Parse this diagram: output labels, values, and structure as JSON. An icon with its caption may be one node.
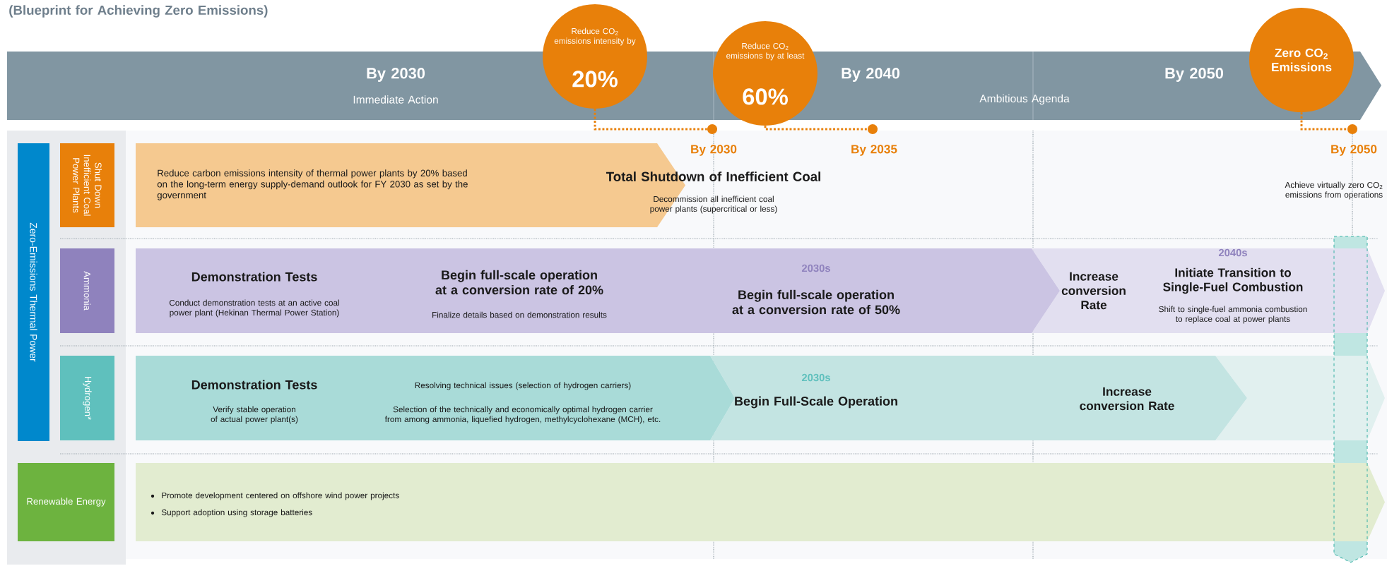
{
  "diagram": {
    "title": "(Blueprint for Achieving Zero Emissions)",
    "nodes": [
      {
        "text": [
          "By 2030",
          "Immediate Action",
          "By 2040",
          "Ambitious Agenda",
          "By 2050"
        ]
      },
      {
        "text": [
          "Reduce CO$_{2}$ emissions intensity by",
          "20%"
        ]
      },
      {
        "text": [
          "Reduce CO$_{2}$ emissions by at least",
          "60%"
        ]
      },
      {
        "text": [
          "Zero CO$_{2}$ Emissions"
        ]
      },
      {
        "text": [],
        "shape": "circle",
        "beside": [
          "By 2030"
        ]
      },
      {
        "text": [],
        "shape": "circle",
        "beside": [
          "By 2035"
        ]
      },
      {
        "text": [],
        "shape": "circle",
        "beside": [
          "By 2050"
        ]
      },
      {
        "text": [
          "Zero-Emissions Thermal Power"
        ]
      },
      {
        "text": [
          "Shut Down Inefficient Coal Power Plants"
        ]
      },
      {
        "text": [
          "Reduce carbon emissions intensity of thermal power plants by 20% based on the long-term energy supply-demand outlook for FY 2030 as set by the government"
        ]
      },
      {
        "text": [
          "Ammonia"
        ]
      },
      {
        "text": [
          "Demonstration Tests",
          "Conduct demonstration tests at an active coal power plant (Hekinan Thermal Power Station)",
          "Begin full-scale operation at a conversion rate of 20%",
          "Finalize details based on demonstration results",
          "2030s",
          "Begin full-scale operation at a conversion rate of 50%"
        ]
      },
      {
        "text": [
          "Increase conversion Rate",
          "2040s",
          "Initiate Transition to Single-Fuel Combustion",
          "Shift to single-fuel ammonia combustion to replace coal at power plants"
        ]
      },
      {
        "text": [
          "Hydrogen*"
        ]
      },
      {
        "text": [
          "Demonstration Tests",
          "Verify stable operation of actual power plant(s)",
          "Resolving technical issues (selection of hydrogen carriers)",
          "Selection of the technically and economically optimal hydrogen carrier from among ammonia, liquefied hydrogen, methylcyclohexane (MCH), etc."
        ]
      },
      {
        "text": [
          "2030s",
          "Begin Full-Scale Operation",
          "Increase conversion Rate"
        ]
      },
      {
        "text": [],
        "shape": "arrow"
      },
      {
        "text": [
          "Renewable Energy"
        ]
      },
      {
        "text": [
          "Promote development centered on offshore wind power projects",
          "Support adoption using storage batteries"
        ]
      }
    ],
    "edges": [
      {
        "from": 1,
        "to": 4,
        "arrow": "none",
        "style": "dashed"
      },
      {
        "from": 2,
        "to": 5,
        "arrow": "none",
        "style": "dashed"
      },
      {
        "from": 3,
        "to": 6,
        "arrow": "none",
        "style": "dashed"
      }
    ],
    "labels": [
      "Total Shutdown of Inefficient Coal",
      "Decommission all inefficient coal power plants (supercritical or less)",
      "Achieve virtually zero CO$_{2}$ emissions from operations"
    ]
  }
}
